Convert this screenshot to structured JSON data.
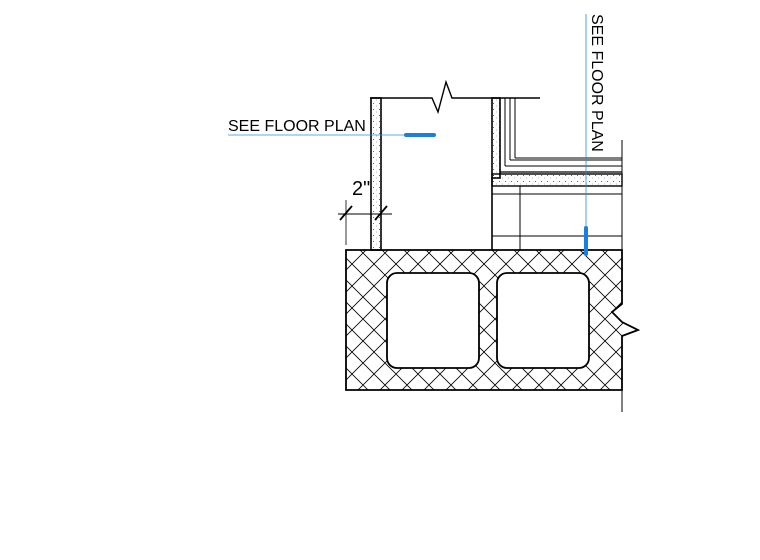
{
  "labels": {
    "floor_plan_left": "SEE FLOOR PLAN",
    "floor_plan_vertical": "SEE FLOOR PLAN",
    "dimension": "2\""
  },
  "colors": {
    "line": "#000000",
    "leader": "#2b8fd6",
    "marker": "#1a7fe0",
    "hatch": "#000000",
    "background": "#ffffff"
  }
}
